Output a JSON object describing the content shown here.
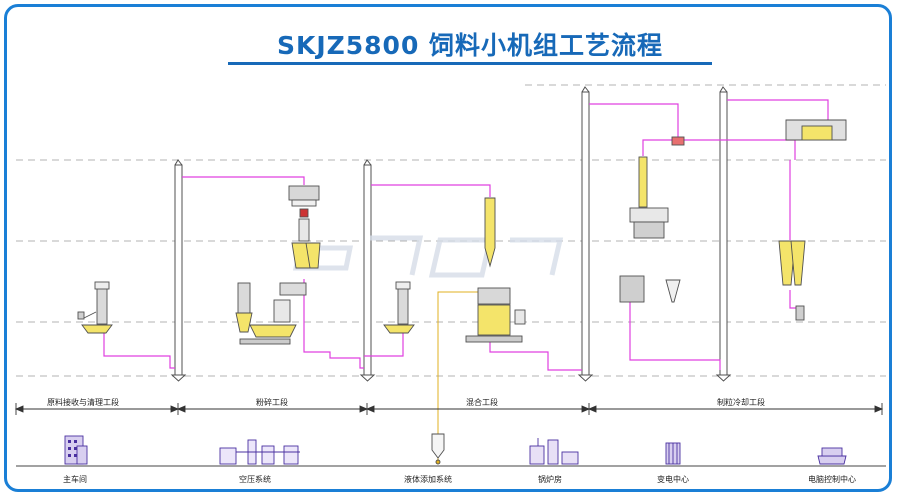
{
  "title": "SKJZ5800 饲料小机组工艺流程",
  "colors": {
    "frame": "#1a7fd6",
    "title": "#1769b8",
    "pipe": "#e040e0",
    "liquid_line": "#e0b020",
    "equipment": "#505050"
  },
  "sections": [
    {
      "label": "原料接收与清理工段"
    },
    {
      "label": "粉碎工段"
    },
    {
      "label": "混合工段"
    },
    {
      "label": "制粒冷却工段"
    }
  ],
  "facilities": [
    {
      "label": "主车间",
      "icon": "building-icon"
    },
    {
      "label": "空压系统",
      "icon": "air-compressor-icon"
    },
    {
      "label": "液体添加系统",
      "icon": "liquid-tank-icon"
    },
    {
      "label": "锅炉房",
      "icon": "boiler-icon"
    },
    {
      "label": "变电中心",
      "icon": "substation-icon"
    },
    {
      "label": "电脑控制中心",
      "icon": "computer-control-icon"
    }
  ]
}
